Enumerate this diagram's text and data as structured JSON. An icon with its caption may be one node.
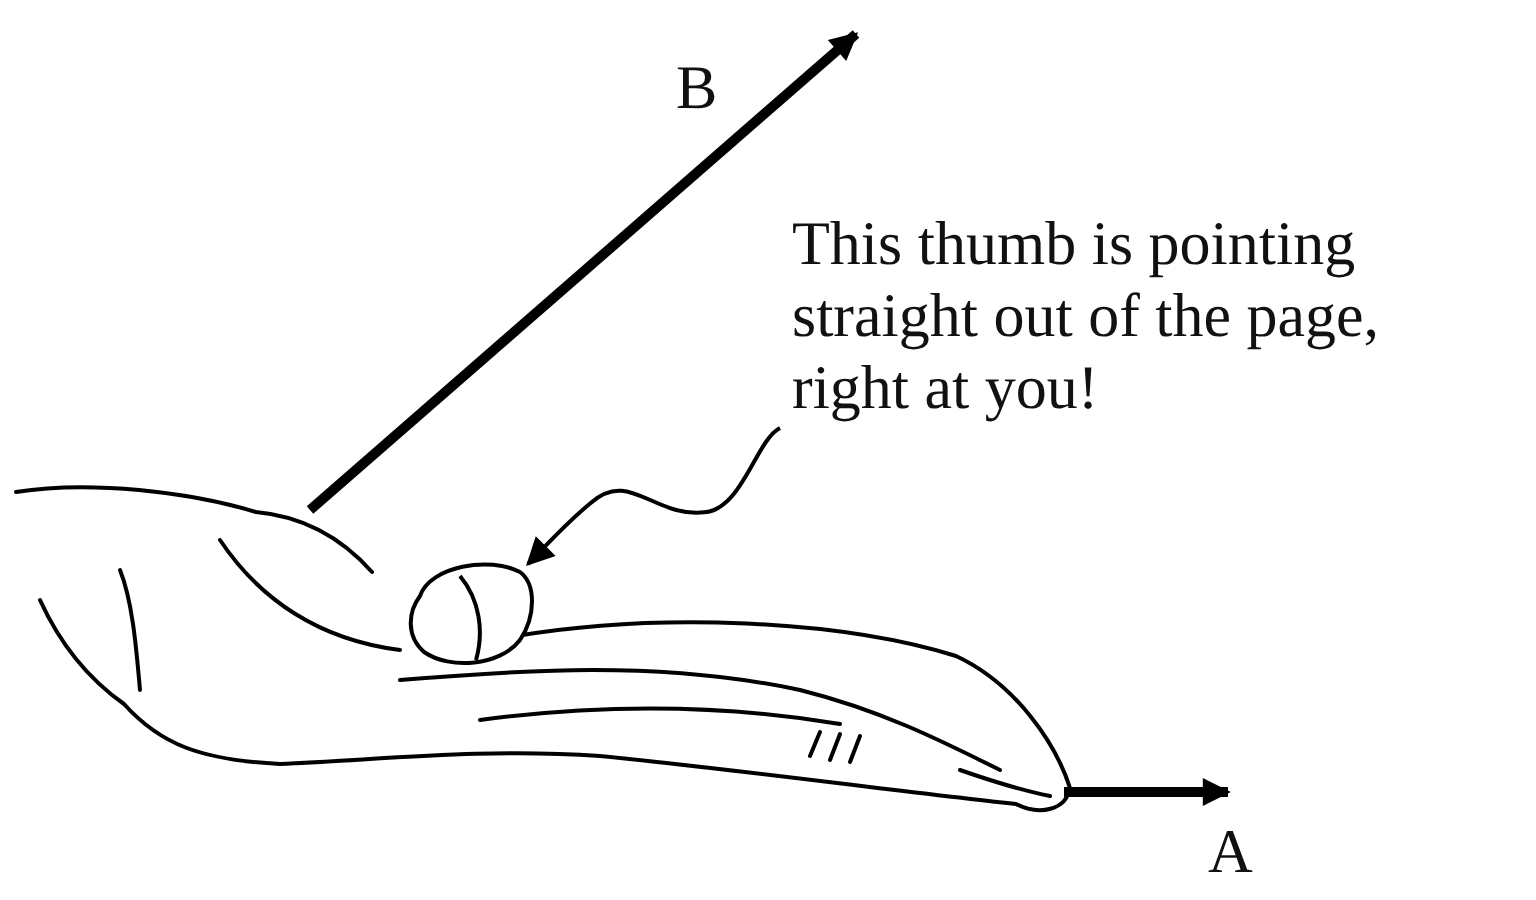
{
  "diagram": {
    "nodes": [
      {
        "text": [
          "This thumb is pointing straight out of the page, right at you!"
        ]
      },
      {
        "text": [],
        "shape": "picture"
      }
    ],
    "edges": [
      {
        "from": 0,
        "to": 1,
        "arrow": "to"
      }
    ],
    "labels": [
      "B",
      "A"
    ]
  }
}
